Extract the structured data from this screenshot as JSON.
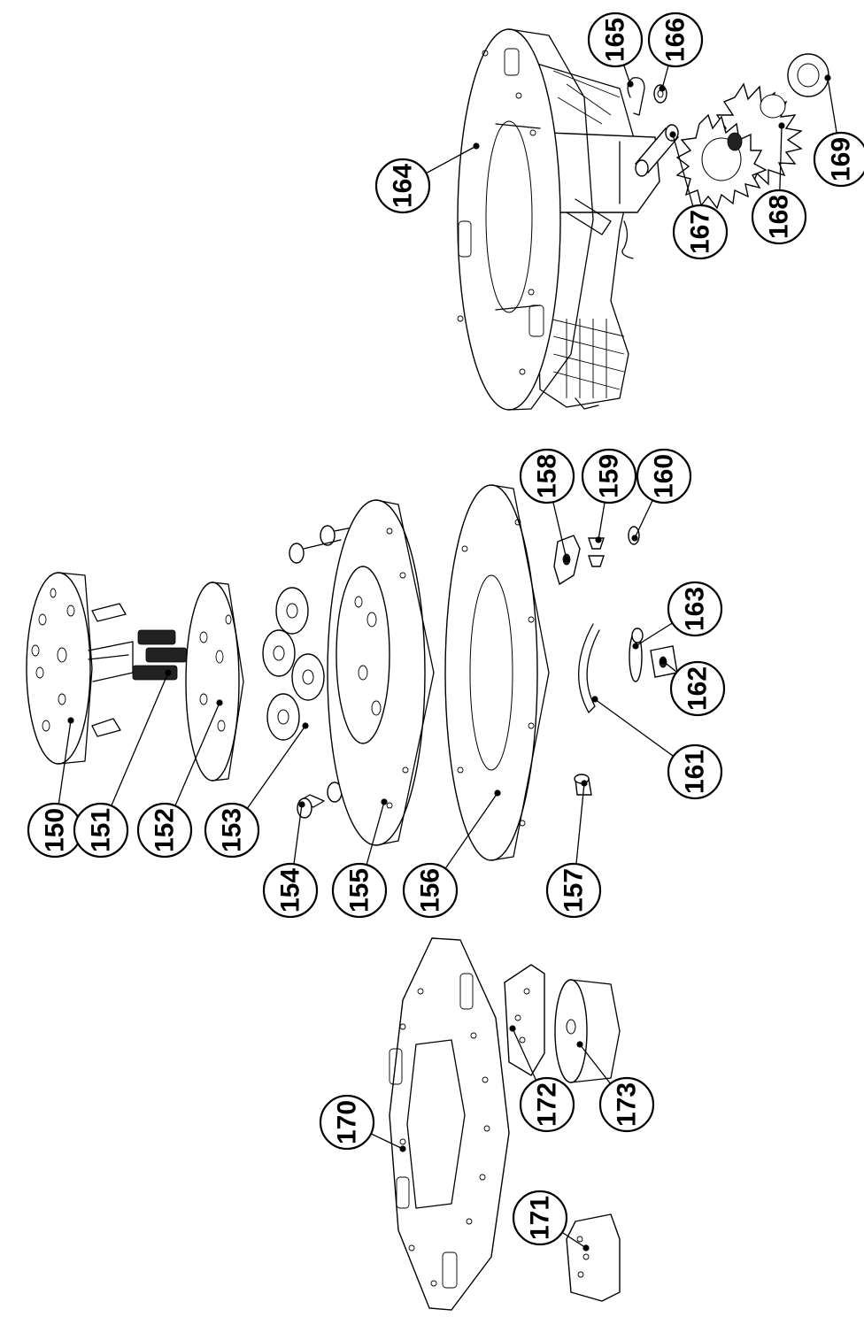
{
  "callouts": [
    {
      "id": "150",
      "label": "150"
    },
    {
      "id": "151",
      "label": "151"
    },
    {
      "id": "152",
      "label": "152"
    },
    {
      "id": "153",
      "label": "153"
    },
    {
      "id": "154",
      "label": "154"
    },
    {
      "id": "155",
      "label": "155"
    },
    {
      "id": "156",
      "label": "156"
    },
    {
      "id": "157",
      "label": "157"
    },
    {
      "id": "158",
      "label": "158"
    },
    {
      "id": "159",
      "label": "159"
    },
    {
      "id": "160",
      "label": "160"
    },
    {
      "id": "161",
      "label": "161"
    },
    {
      "id": "162",
      "label": "162"
    },
    {
      "id": "163",
      "label": "163"
    },
    {
      "id": "164",
      "label": "164"
    },
    {
      "id": "165",
      "label": "165"
    },
    {
      "id": "166",
      "label": "166"
    },
    {
      "id": "167",
      "label": "167"
    },
    {
      "id": "168",
      "label": "168"
    },
    {
      "id": "169",
      "label": "169"
    },
    {
      "id": "170",
      "label": "170"
    },
    {
      "id": "171",
      "label": "171"
    },
    {
      "id": "172",
      "label": "172"
    },
    {
      "id": "173",
      "label": "173"
    }
  ]
}
